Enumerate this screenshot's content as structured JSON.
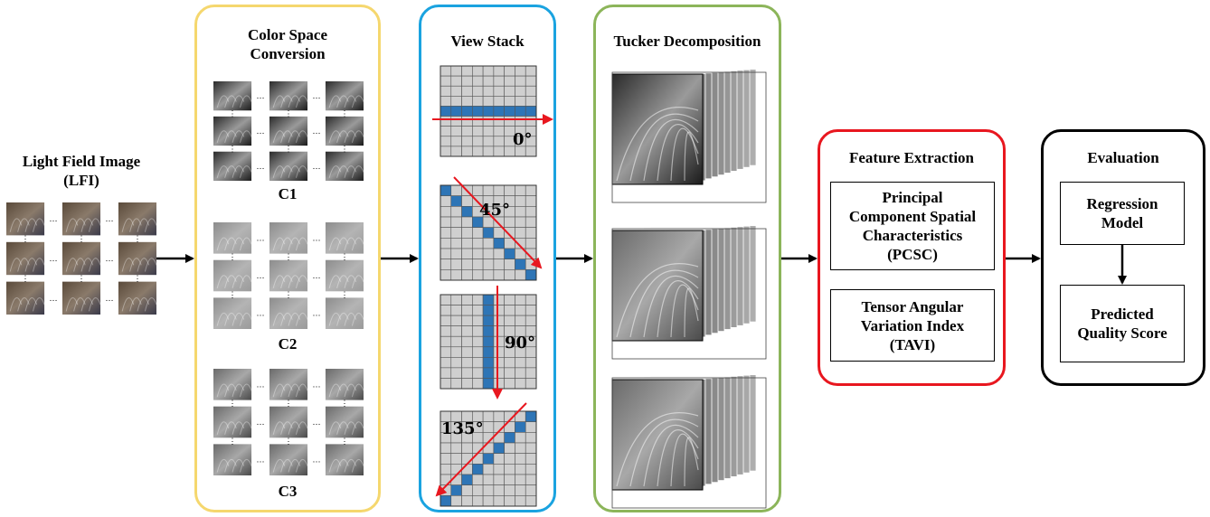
{
  "lfi": {
    "title": "Light Field Image\n(LFI)"
  },
  "color_space": {
    "title": "Color Space\nConversion",
    "channels": [
      "C1",
      "C2",
      "C3"
    ]
  },
  "view_stack": {
    "title": "View Stack",
    "angles": [
      "0°",
      "45°",
      "90°",
      "135°"
    ]
  },
  "tucker": {
    "title": "Tucker Decomposition"
  },
  "feature_extraction": {
    "title": "Feature Extraction",
    "features": [
      "Principal\nComponent Spatial\nCharacteristics\n(PCSC)",
      "Tensor Angular\nVariation Index\n(TAVI)"
    ]
  },
  "evaluation": {
    "title": "Evaluation",
    "regression": "Regression\nModel",
    "score": "Predicted\nQuality Score"
  },
  "colors": {
    "color_space_border": "#f5d76e",
    "view_stack_border": "#1aa3e0",
    "tucker_border": "#8cb55a",
    "feature_border": "#e8171f",
    "evaluation_border": "#000000",
    "grid_cell": "#cfcfcf",
    "grid_highlight": "#2e75b6",
    "arrow_red": "#e8171f"
  }
}
